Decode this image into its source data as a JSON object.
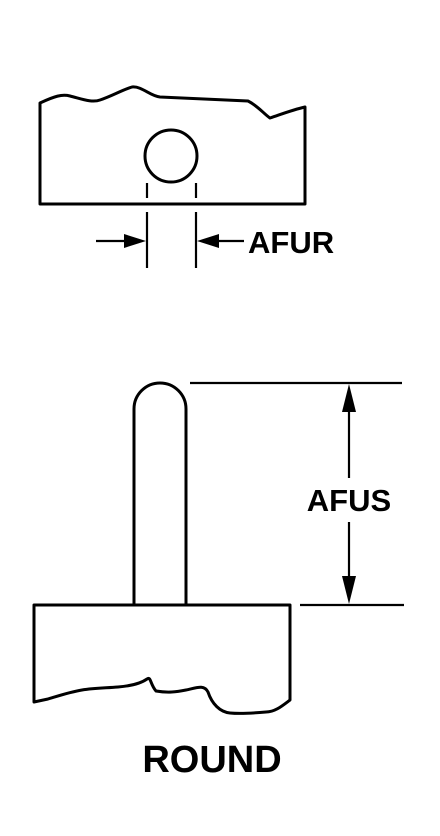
{
  "diagram": {
    "top_view": {
      "dimension_label": "AFUR"
    },
    "side_view": {
      "dimension_label": "AFUS"
    },
    "caption": "ROUND"
  }
}
